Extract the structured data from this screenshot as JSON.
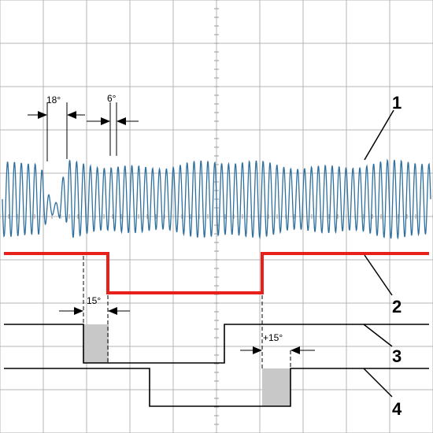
{
  "colors": {
    "grid": "#b4b4b4",
    "axis_ticks": "#9a9a9a",
    "waveform": "#2e6f9e",
    "signal2": "#e8201c",
    "digital": "#000000",
    "shade": "#c8c8c8",
    "background": "#ffffff"
  },
  "angle_labels": {
    "a": "18°",
    "b": "6°",
    "c": "15°",
    "d": "+15°"
  },
  "trace_numbers": [
    "1",
    "2",
    "3",
    "4"
  ],
  "chart_data": {
    "type": "line",
    "grid": true,
    "divisions": {
      "x": 10,
      "y": 10
    },
    "series": [
      {
        "id": "1",
        "kind": "analog",
        "cycles": 62,
        "transient_at_div": 1.3
      },
      {
        "id": "2",
        "kind": "digital",
        "levels": [
          "high",
          "low",
          "high"
        ],
        "edges_div": [
          2.55,
          6.05
        ]
      },
      {
        "id": "3",
        "kind": "digital",
        "levels": [
          "high",
          "low",
          "high"
        ],
        "edges_div": [
          1.9,
          5.2
        ]
      },
      {
        "id": "4",
        "kind": "digital",
        "levels": [
          "high",
          "low",
          "high"
        ],
        "edges_div": [
          3.5,
          6.7
        ]
      }
    ]
  }
}
